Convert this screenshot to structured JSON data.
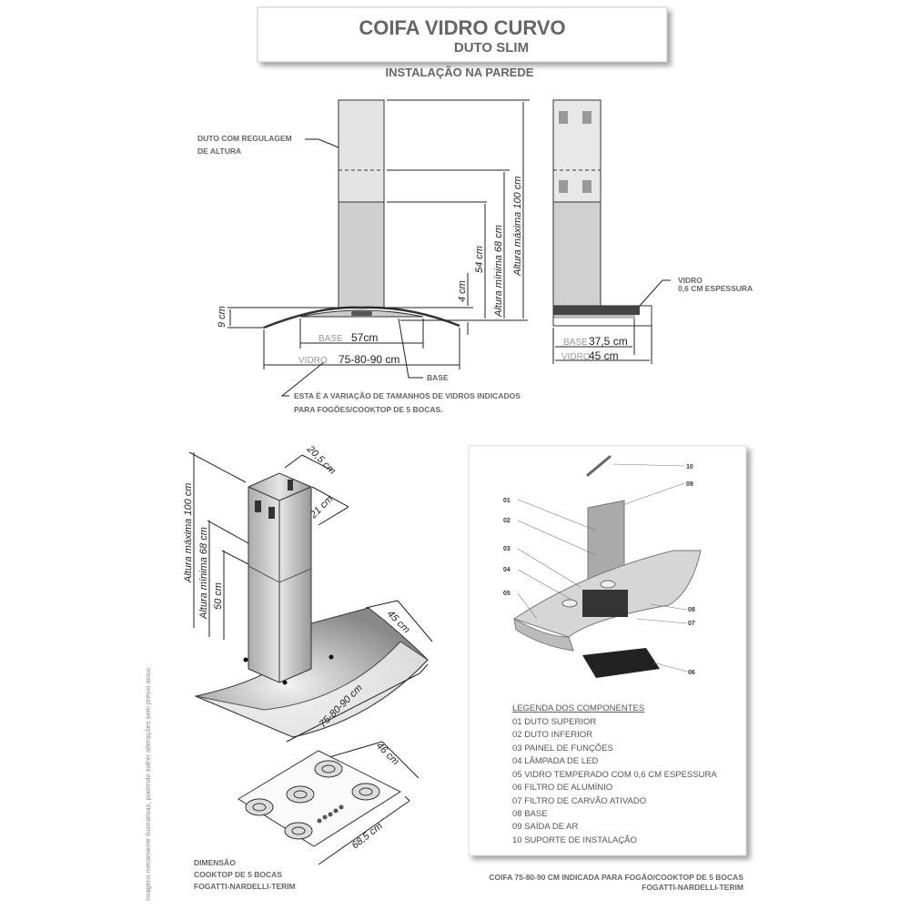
{
  "title": {
    "main": "COIFA VIDRO CURVO",
    "sub": "DUTO SLIM"
  },
  "section_title": "INSTALAÇÃO NA PAREDE",
  "front_view": {
    "duct_label_line1": "DUTO COM REGULAGEM",
    "duct_label_line2": "DE ALTURA",
    "dim_max": "Altura máxima 100 cm",
    "dim_min": "Altura mínima 68 cm",
    "dim_54": "54 cm",
    "dim_4": "4 cm",
    "dim_9": "9 cm",
    "base_tag": "BASE",
    "base_value": "57cm",
    "glass_tag": "VIDRO",
    "glass_value": "75-80-90 cm",
    "base_callout": "BASE",
    "note_line1": "ESTA É A VARIAÇÃO DE TAMANHOS DE VIDROS INDICADOS",
    "note_line2": "PARA FOGÕES/COOKTOP DE 5 BOCAS."
  },
  "side_view": {
    "glass_label_line1": "VIDRO",
    "glass_label_line2": "0,6 CM ESPESSURA",
    "base_tag": "BASE",
    "base_value": "37,5 cm",
    "glass_tag": "VIDRO",
    "glass_value": "45 cm"
  },
  "iso_view": {
    "dim_width": "20,5 cm",
    "dim_depth": "21 cm",
    "dim_max": "Altura máxima 100 cm",
    "dim_min": "Altura mínima 68 cm",
    "dim_50": "50 cm",
    "dim_45": "45 cm",
    "dim_glass": "75-80-90 cm",
    "cooktop_depth": "46 cm",
    "cooktop_width": "68,5 cm",
    "caption_line1": "DIMENSÃO",
    "caption_line2": "COOKTOP DE 5 BOCAS",
    "caption_line3": "FOGATTI-NARDELLI-TERIM"
  },
  "disclaimer": "Imagens meramente ilustrativas, podendo sofrer alterações sem prévio aviso",
  "exploded_view": {
    "callouts": [
      "01",
      "02",
      "03",
      "04",
      "05",
      "06",
      "07",
      "08",
      "09",
      "10"
    ],
    "legend_title": "LEGENDA DOS COMPONENTES",
    "legend": [
      "01 DUTO SUPERIOR",
      "02 DUTO INFERIOR",
      "03 PAINEL DE FUNÇÕES",
      "04 LÂMPADA DE LED",
      "05 VIDRO TEMPERADO COM 0,6 CM ESPESSURA",
      "06 FILTRO DE ALUMÍNIO",
      "07 FILTRO DE CARVÃO ATIVADO",
      "08 BASE",
      "09 SAÍDA DE AR",
      "10 SUPORTE DE  INSTALAÇÃO"
    ],
    "caption_line1": "COIFA 75-80-90 CM INDICADA PARA FOGÃO/COOKTOP DE 5 BOCAS",
    "caption_line2": "FOGATTI-NARDELLI-TERIM"
  }
}
